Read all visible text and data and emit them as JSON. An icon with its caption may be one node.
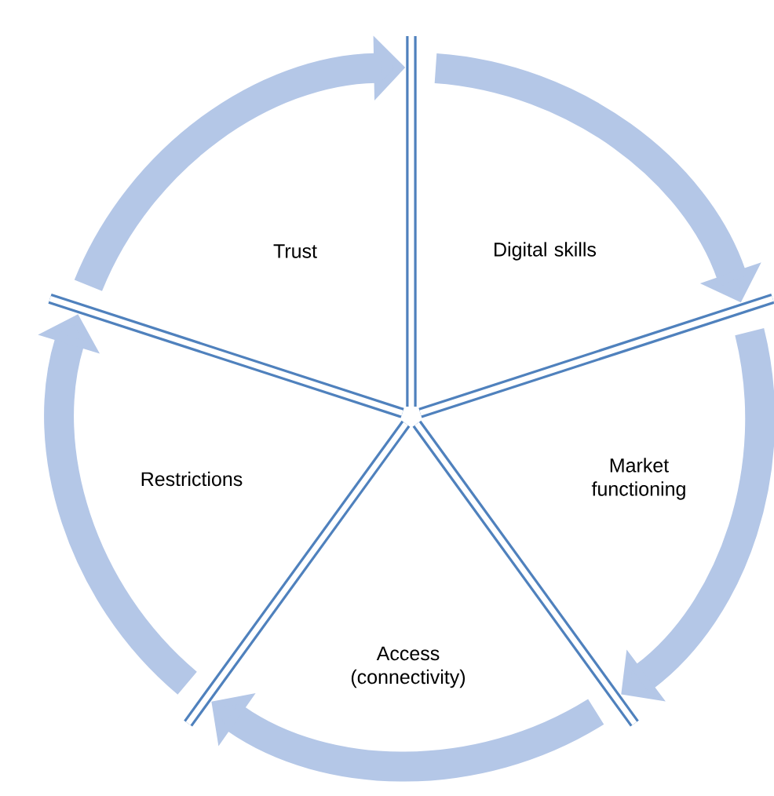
{
  "diagram": {
    "nodes": [
      {
        "text": [
          "Trust"
        ]
      },
      {
        "text": [
          "Digital skills"
        ]
      },
      {
        "text": [
          "Market functioning"
        ]
      },
      {
        "text": [
          "Access (connectivity)"
        ]
      },
      {
        "text": [
          "Restrictions"
        ]
      }
    ]
  }
}
